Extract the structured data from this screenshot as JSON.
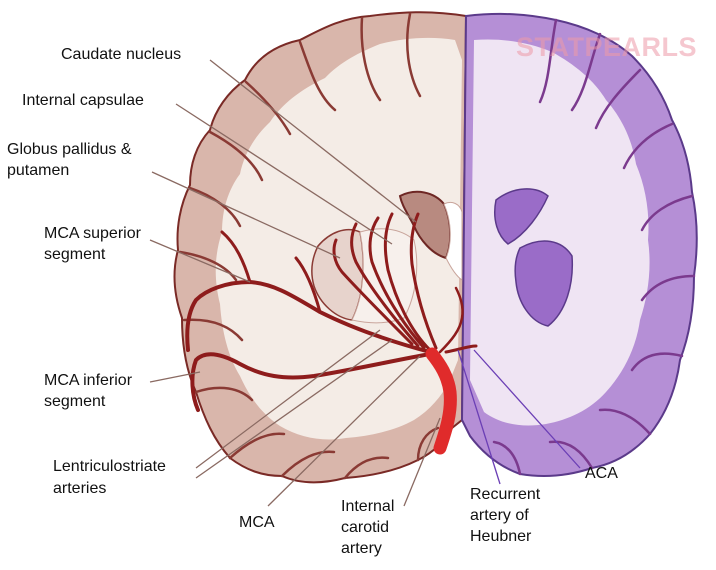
{
  "watermark": "STATPEARLS",
  "labels": {
    "caudate": "Caudate nucleus",
    "internal_capsulae": "Internal capsulae",
    "globus_line1": "Globus pallidus &",
    "globus_line2": "putamen",
    "mca_sup_line1": "MCA superior",
    "mca_sup_line2": "segment",
    "mca_inf_line1": "MCA inferior",
    "mca_inf_line2": "segment",
    "lentic_line1": "Lentriculostriate",
    "lentic_line2": "arteries",
    "mca": "MCA",
    "ica_line1": "Internal",
    "ica_line2": "carotid",
    "ica_line3": "artery",
    "heubner_line1": "Recurrent",
    "heubner_line2": "artery of",
    "heubner_line3": "Heubner",
    "aca": "ACA"
  },
  "colors": {
    "left_hemisphere_cortex": "#d9b6ab",
    "left_hemisphere_white_matter": "#f4ece6",
    "right_hemisphere_cortex": "#b58fd6",
    "right_hemisphere_white_matter": "#efe4f3",
    "artery": "#8e1c1c",
    "internal_carotid": "#e02b2b",
    "leader_line_brown": "#8a6a62",
    "leader_line_purple": "#6b3fb5"
  }
}
